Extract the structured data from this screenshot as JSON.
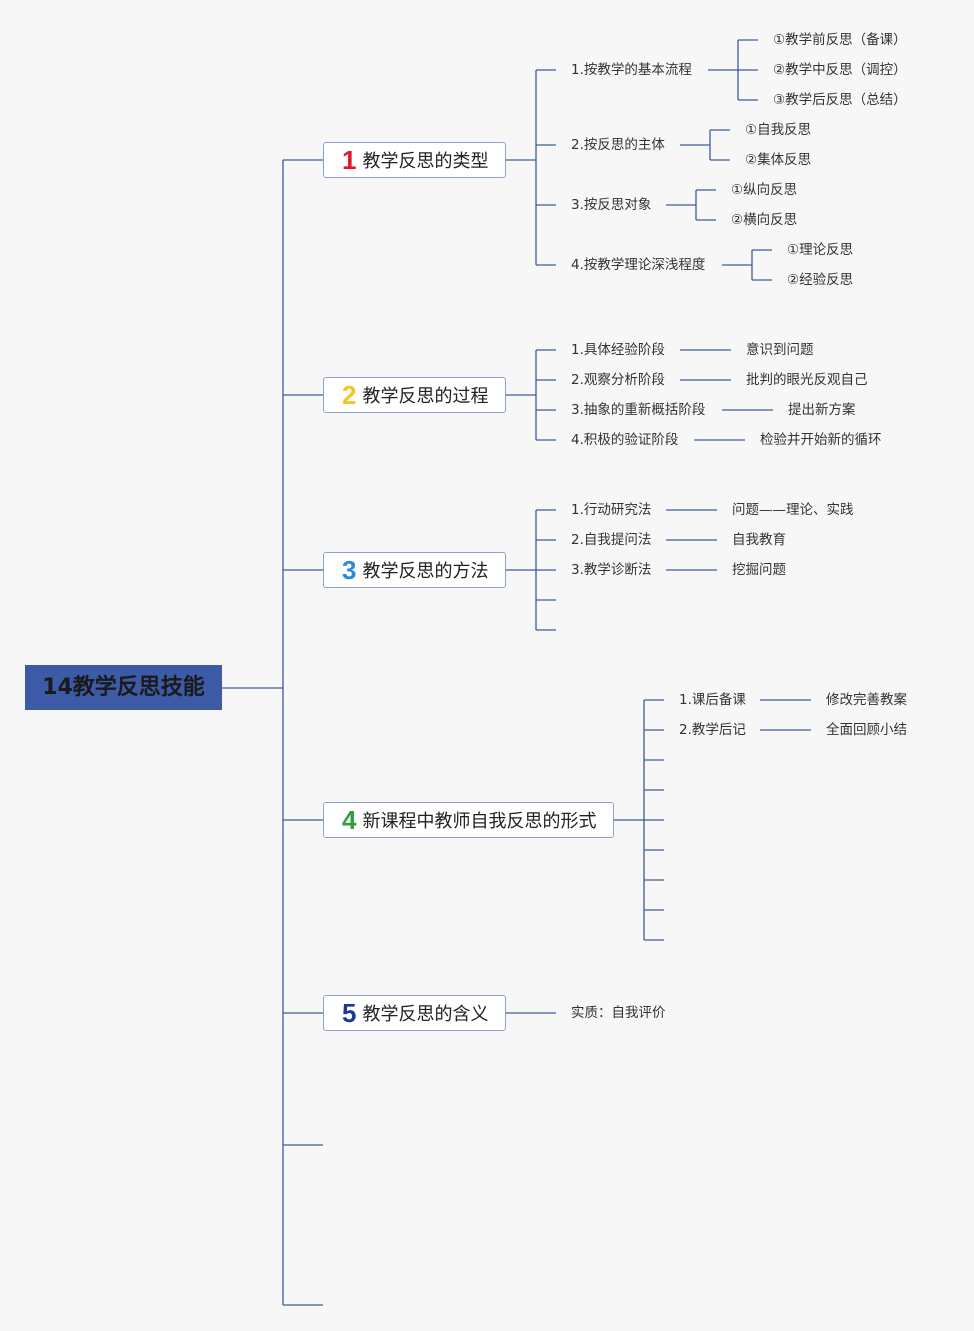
{
  "root": "14教学反思技能",
  "colors": {
    "line": "#3e5b99",
    "root_bg": "#3d5aa6",
    "num1": "#e0182d",
    "num2": "#f5c427",
    "num3": "#2c8bd6",
    "num4": "#2e9e3e",
    "num5": "#1f3a8a"
  },
  "branches": [
    {
      "num": "1",
      "label": "教学反思的类型",
      "children": [
        {
          "label": "1.按教学的基本流程",
          "children": [
            "①教学前反思（备课）",
            "②教学中反思（调控）",
            "③教学后反思（总结）"
          ]
        },
        {
          "label": "2.按反思的主体",
          "children": [
            "①自我反思",
            "②集体反思"
          ]
        },
        {
          "label": "3.按反思对象",
          "children": [
            "①纵向反思",
            "②横向反思"
          ]
        },
        {
          "label": "4.按教学理论深浅程度",
          "children": [
            "①理论反思",
            "②经验反思"
          ]
        }
      ]
    },
    {
      "num": "2",
      "label": "教学反思的过程",
      "children": [
        {
          "label": "1.具体经验阶段",
          "children": [
            "意识到问题"
          ]
        },
        {
          "label": "2.观察分析阶段",
          "children": [
            "批判的眼光反观自己"
          ]
        },
        {
          "label": "3.抽象的重新概括阶段",
          "children": [
            "提出新方案"
          ]
        },
        {
          "label": "4.积极的验证阶段",
          "children": [
            "检验并开始新的循环"
          ]
        }
      ]
    },
    {
      "num": "3",
      "label": "教学反思的方法",
      "children": [
        {
          "label": "1.行动研究法",
          "children": [
            "问题——理论、实践"
          ]
        },
        {
          "label": "2.自我提问法",
          "children": [
            "自我教育"
          ]
        },
        {
          "label": "3.教学诊断法",
          "children": [
            "挖掘问题"
          ]
        }
      ]
    },
    {
      "num": "4",
      "label": "新课程中教师自我反思的形式",
      "children": [
        {
          "label": "1.课后备课",
          "children": [
            "修改完善教案"
          ]
        },
        {
          "label": "2.教学后记",
          "children": [
            "全面回顾小结"
          ]
        }
      ]
    },
    {
      "num": "5",
      "label": "教学反思的含义",
      "children": [
        {
          "label": "实质：自我评价",
          "children": []
        }
      ]
    }
  ]
}
